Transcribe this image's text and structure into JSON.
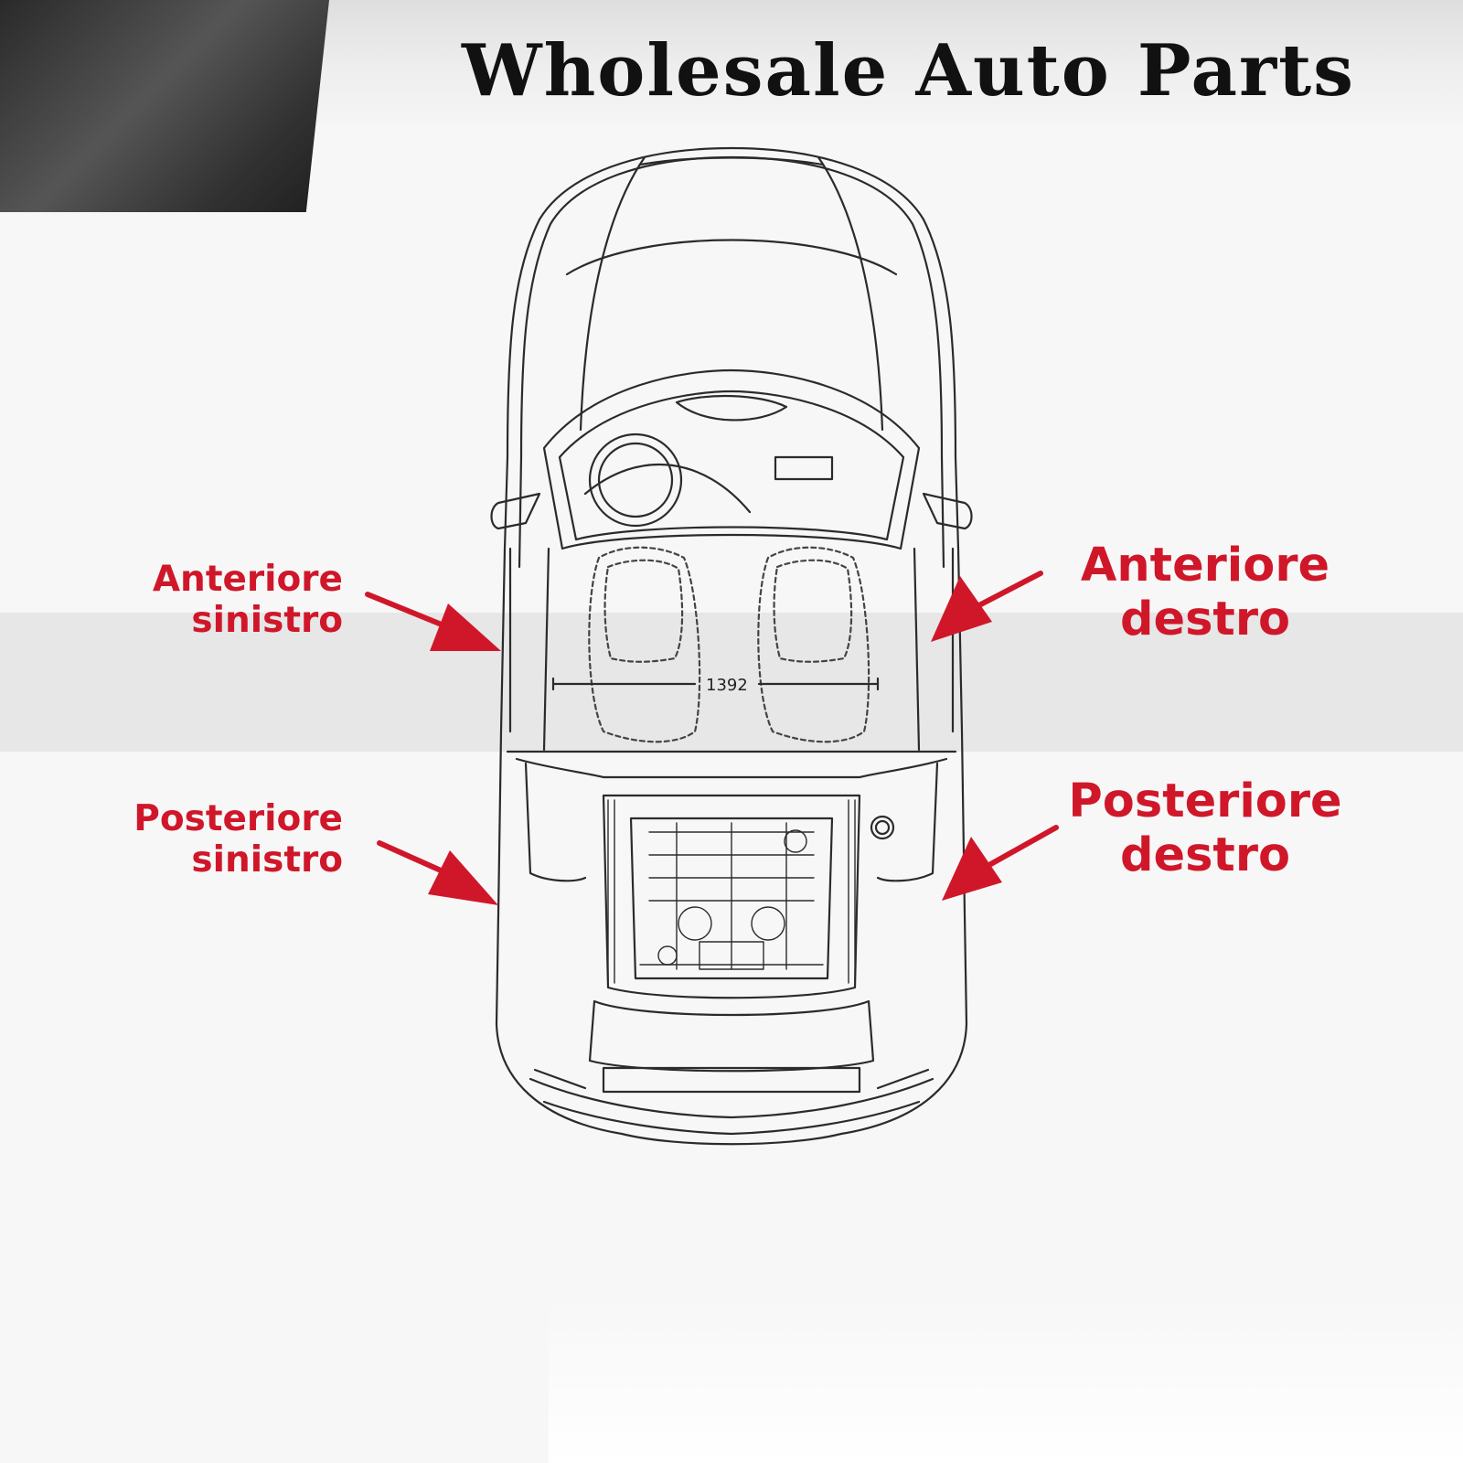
{
  "banner": {
    "title": "Wholesale Auto Parts"
  },
  "diagram": {
    "dimension_label": "1392"
  },
  "labels": {
    "front_left": {
      "line1": "Anteriore",
      "line2": "sinistro"
    },
    "front_right": {
      "line1": "Anteriore",
      "line2": "destro"
    },
    "rear_left": {
      "line1": "Posteriore",
      "line2": "sinistro"
    },
    "rear_right": {
      "line1": "Posteriore",
      "line2": "destro"
    }
  },
  "colors": {
    "accent_red": "#d0172a",
    "line": "#2b2b2b"
  }
}
